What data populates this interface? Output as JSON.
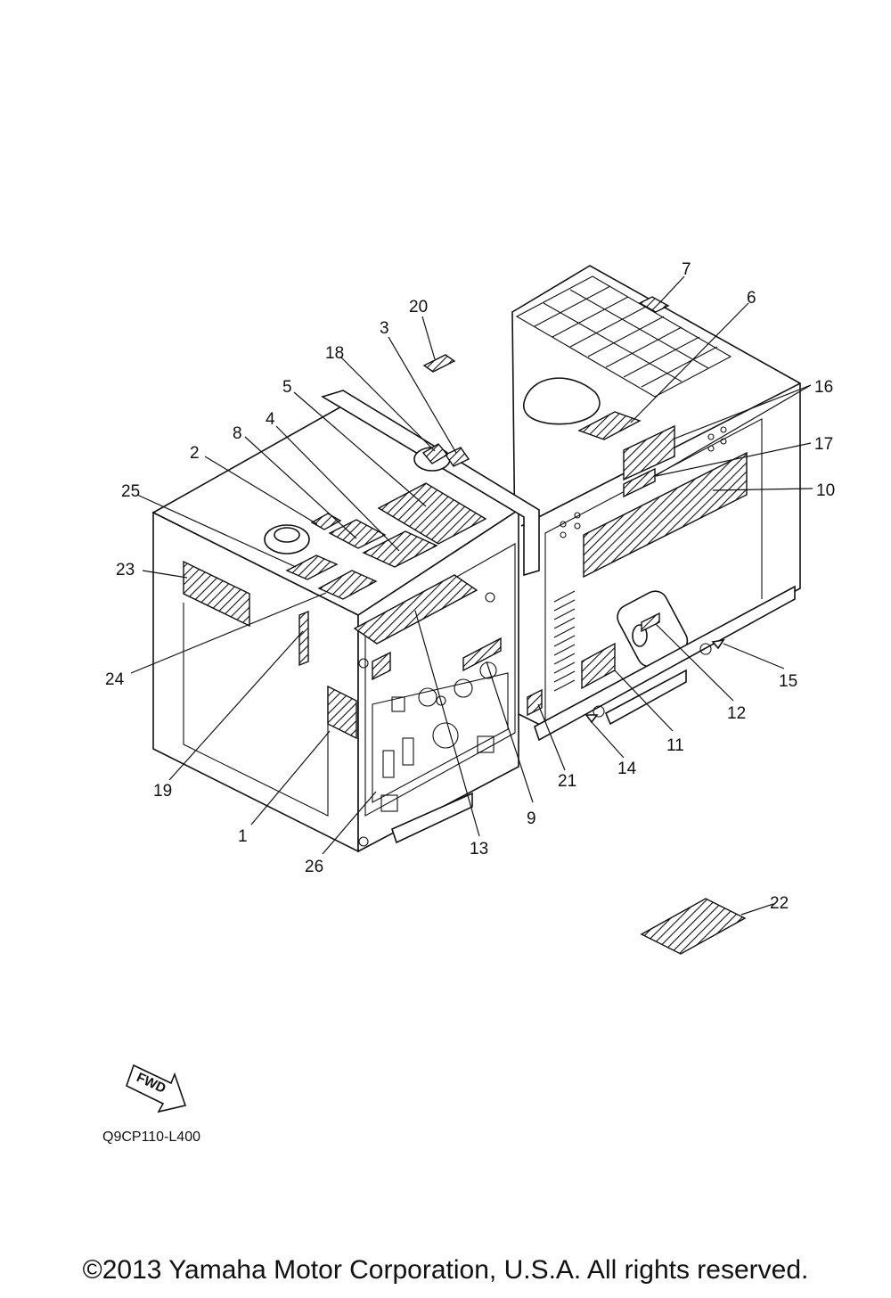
{
  "diagram": {
    "callouts": [
      "1",
      "2",
      "3",
      "4",
      "5",
      "6",
      "7",
      "8",
      "9",
      "10",
      "11",
      "12",
      "13",
      "14",
      "15",
      "16",
      "17",
      "18",
      "19",
      "20",
      "21",
      "22",
      "23",
      "24",
      "25",
      "26"
    ],
    "fwd_label": "FWD",
    "drawing_code": "Q9CP110-L400"
  },
  "footer": {
    "copyright": "©2013 Yamaha Motor Corporation, U.S.A. All rights reserved."
  }
}
